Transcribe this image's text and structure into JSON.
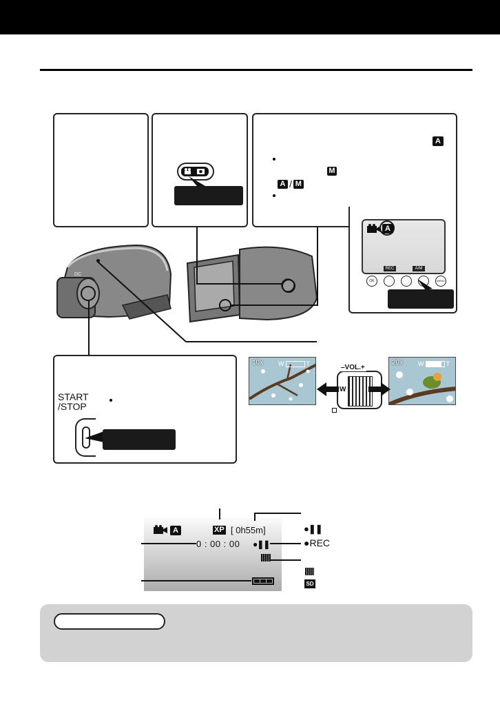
{
  "camera_labels": {
    "dc": "DC"
  },
  "mode_panel": {
    "icon_video": "video-camera-icon",
    "icon_photo": "photo-camera-icon"
  },
  "lcd_mini": {
    "rec_button": "REC",
    "am_button": "A/M",
    "ok_button": "OK",
    "menu_button": "MENU"
  },
  "record_panel": {
    "start_stop": "START\n/STOP"
  },
  "zoom": {
    "label_left": "10x",
    "label_right": "20x",
    "w": "W",
    "t": "T",
    "vol": "–VOL.+"
  },
  "screen": {
    "quality": "XP",
    "remaining": "[ 0h55m]",
    "counter": "0 : 00 : 00",
    "mode_auto": "A"
  },
  "legend": {
    "standby": "●❚❚",
    "rec": "●REC",
    "sd": "SD"
  }
}
